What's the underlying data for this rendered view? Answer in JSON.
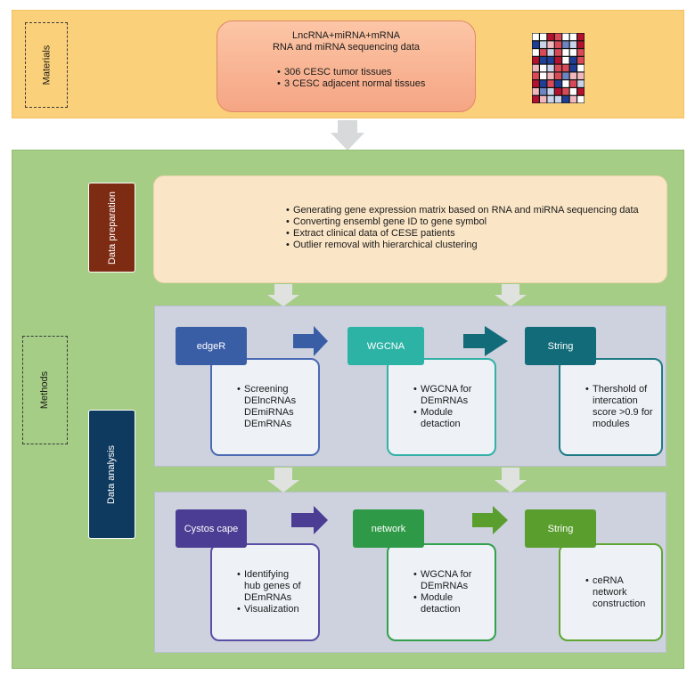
{
  "materials": {
    "label": "Materials",
    "source_lines": [
      "LncRNA+miRNA+mRNA",
      "RNA and miRNA sequencing data"
    ],
    "source_bullets": [
      "306 CESC tumor tissues",
      "3 CESC adjacent normal tissues"
    ],
    "heatmap_icon": "heatmap-icon"
  },
  "methods": {
    "label": "Methods",
    "data_preparation": {
      "label": "Data preparation",
      "bullets": [
        "Generating gene expression matrix based on RNA and miRNA sequencing data",
        "Converting ensembl gene ID to gene symbol",
        "Extract clinical data of CESE patients",
        "Outlier removal with hierarchical clustering"
      ]
    },
    "data_analysis": {
      "label": "Data analysis",
      "row1": [
        {
          "title": "edgeR",
          "color": "#3a5ea6",
          "border": "#4a6ab3",
          "bullets": [
            "Screening DElncRNAs DEmiRNAs DEmRNAs"
          ]
        },
        {
          "title": "WGCNA",
          "color": "#2db3a6",
          "border": "#33b1a6",
          "bullets": [
            "WGCNA for DEmRNAs",
            "Module detaction"
          ]
        },
        {
          "title": "String",
          "color": "#126b78",
          "border": "#1e7b86",
          "bullets": [
            "Thershold of intercation score >0.9 for modules"
          ]
        }
      ],
      "row2": [
        {
          "title": "Cystos cape",
          "color": "#4a3d93",
          "border": "#5a4ea5",
          "bullets": [
            "Identifying hub genes of DEmRNAs",
            "Visualization"
          ]
        },
        {
          "title": "network",
          "color": "#2e9a47",
          "border": "#33a04b",
          "bullets": [
            "WGCNA for DEmRNAs",
            "Module detaction"
          ]
        },
        {
          "title": "String",
          "color": "#5a9e2e",
          "border": "#5fa633",
          "bullets": [
            "ceRNA network construction"
          ]
        }
      ]
    },
    "arrow_colors": {
      "row1_1": "#3a5ea6",
      "row1_2": "#126b78",
      "row2_1": "#4a3d93",
      "row2_2": "#5a9e2e",
      "down": "#dfe2df"
    }
  }
}
